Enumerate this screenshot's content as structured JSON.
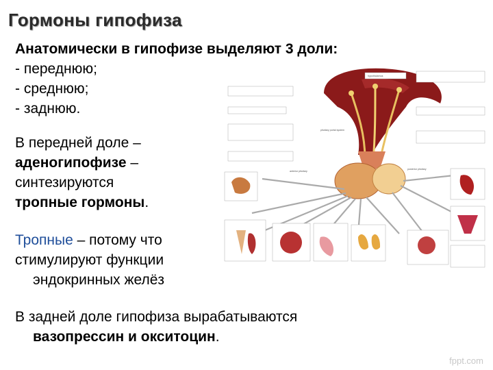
{
  "slide": {
    "title": "Гормоны гипофиза",
    "intro": "Анатомически в гипофизе выделяют 3 доли:",
    "lobes": [
      "- переднюю;",
      "- среднюю;",
      "-  заднюю."
    ],
    "anterior": {
      "line1": "В передней доле –",
      "line2_bold": "аденогипофизе",
      "line2_rest": " –",
      "line3": "синтезируются",
      "line4_bold": "тропные гормоны",
      "line4_rest": "."
    },
    "tropic": {
      "word": "Тропные",
      "rest": " – потому что",
      "line2": "стимулируют функции",
      "line3": "эндокринных желёз"
    },
    "posterior": {
      "line1": "В задней доле гипофиза вырабатываются",
      "line2_bold": "вазопрессин и окситоцин",
      "line2_rest": "."
    }
  },
  "diagram": {
    "hypothalamus_label": "hypothalamus",
    "pituitary_stalk_label": "pituitary portal system",
    "anterior_label": "anterior pituitary",
    "posterior_label": "posterior pituitary"
  },
  "watermark": "fppt.com",
  "colors": {
    "title": "#2b2b2b",
    "tropic_word": "#1f4e9a",
    "brain": "#8b1a1a",
    "gland": "#e0a060",
    "arrow": "#aaaaaa"
  }
}
